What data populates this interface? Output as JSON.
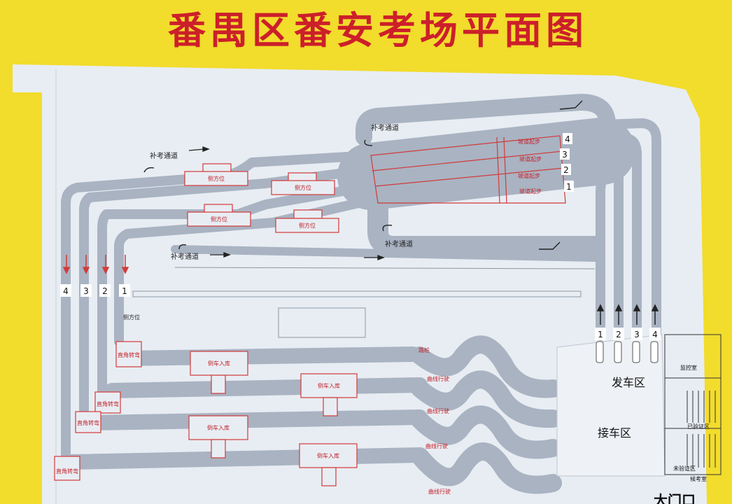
{
  "title": "番禺区番安考场平面图",
  "makeup_lane": "补考通道",
  "side_parking": "侧方位",
  "hill_start": "坡道起步",
  "right_angle": "直角转弯",
  "reverse_parking": "倒车入库",
  "curve": "曲线行驶",
  "lanes": [
    "1",
    "2",
    "3",
    "4"
  ],
  "depart_area": "发车区",
  "pickup_area": "接车区",
  "monitor_room": "监控室",
  "verified_area": "已验证区",
  "unverified_area": "未验证区",
  "waiting_room": "候考室",
  "gate": "大门口",
  "sign_mark": "路桩",
  "colors": {
    "board": "#f2dc2c",
    "paper": "#e8edf3",
    "road": "#a9b3c2",
    "red": "#cc1f2a",
    "line": "#d23a3a"
  }
}
